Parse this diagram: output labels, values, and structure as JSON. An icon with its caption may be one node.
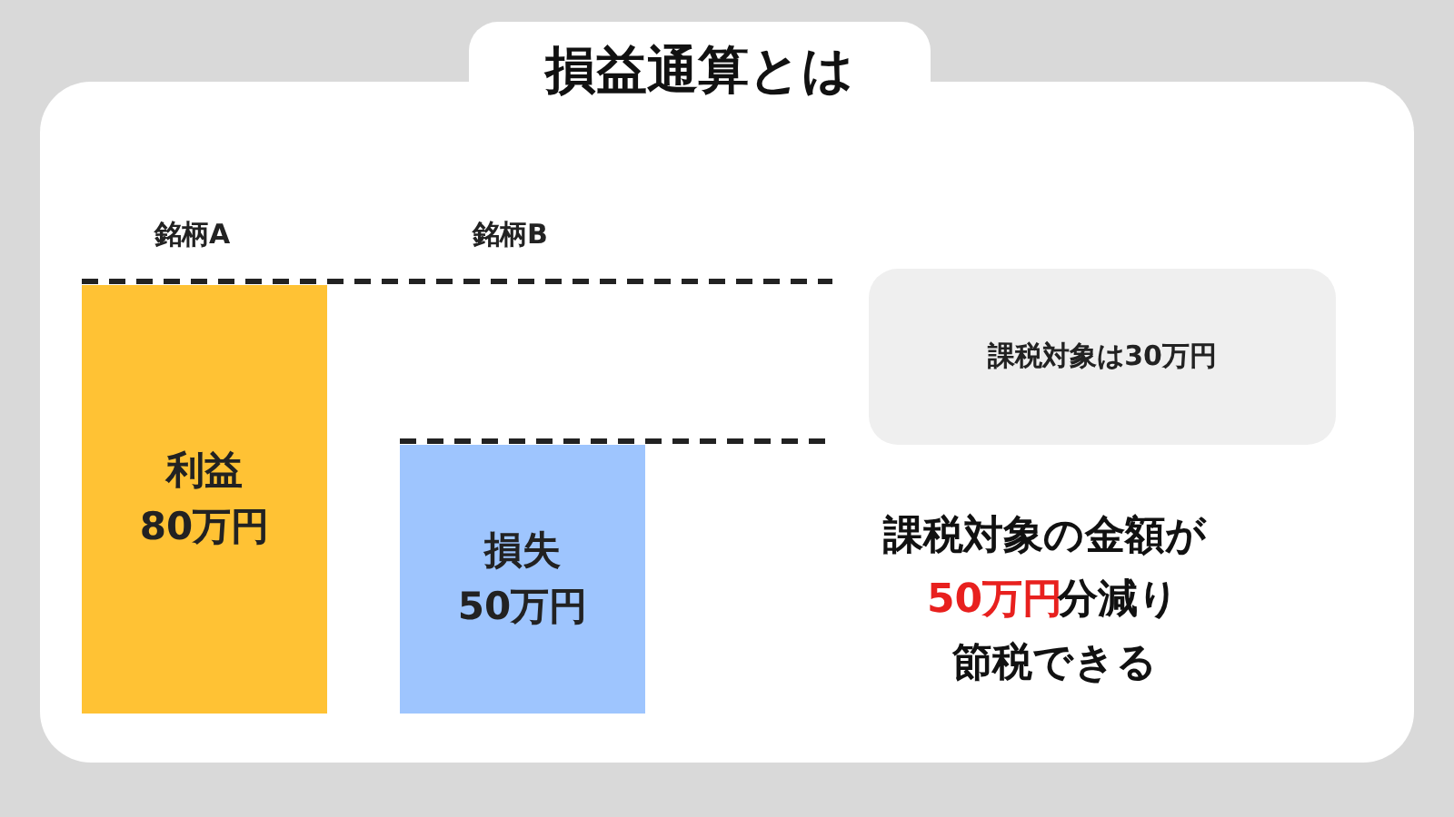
{
  "diagram": {
    "title": "損益通算とは",
    "nodes": [
      {
        "text": [
          "利益",
          "80万円"
        ]
      },
      {
        "text": [
          "損失",
          "50万円"
        ]
      },
      {
        "text": [
          "課税対象は30万円"
        ]
      }
    ],
    "labels": [
      "銘柄A",
      "銘柄B",
      "課税対象の金額が",
      "50万円",
      "分減り",
      "節税できる"
    ]
  }
}
